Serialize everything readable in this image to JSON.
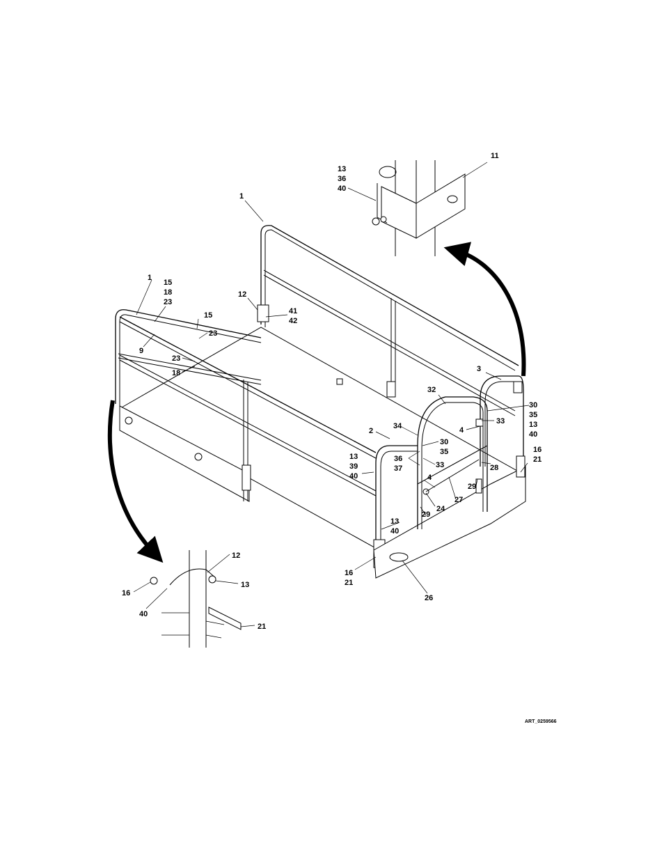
{
  "art_id": "ART_0259566",
  "callouts": {
    "c_13_36_40": [
      "13",
      "36",
      "40"
    ],
    "c_11": "11",
    "c_1_top": "1",
    "c_1_left": "1",
    "c_15_18_23": [
      "15",
      "18",
      "23"
    ],
    "c_15": "15",
    "c_23a": "23",
    "c_9": "9",
    "c_23b": "23",
    "c_18": "18",
    "c_12": "12",
    "c_41_42": [
      "41",
      "42"
    ],
    "c_3": "3",
    "c_32": "32",
    "c_30_35_13_40_right": [
      "30",
      "35",
      "13",
      "40"
    ],
    "c_4_upper": "4",
    "c_33_upper": "33",
    "c_16_21_right": [
      "16",
      "21"
    ],
    "c_2": "2",
    "c_34": "34",
    "c_30_35_mid": [
      "30",
      "35"
    ],
    "c_36_37": [
      "36",
      "37"
    ],
    "c_33_lower": "33",
    "c_13_39_40": [
      "13",
      "39",
      "40"
    ],
    "c_4_lower": "4",
    "c_28": "28",
    "c_29_right": "29",
    "c_24": "24",
    "c_27": "27",
    "c_29_left": "29",
    "c_13_40": [
      "13",
      "40"
    ],
    "c_16_21_front": [
      "16",
      "21"
    ],
    "c_26": "26",
    "d_12": "12",
    "d_16": "16",
    "d_13": "13",
    "d_40": "40",
    "d_21": "21"
  }
}
